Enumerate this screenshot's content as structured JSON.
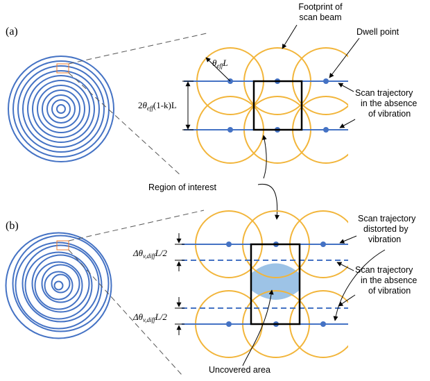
{
  "colors": {
    "trajectory": "#4472C4",
    "beam": "#F2B53A",
    "roi_box": "#000000",
    "uncovered_fill": "#9DC3E6",
    "zoom_box": "#ED7D31",
    "dashed": "#555555"
  },
  "panel_a": {
    "tag": "(a)",
    "annot_footprint": [
      "Footprint of",
      "scan beam"
    ],
    "annot_dwell": "Dwell point",
    "annot_traj": [
      "Scan trajectory",
      "in the absence",
      "of vibration"
    ],
    "radius_label": {
      "sym": "θ",
      "sub": "eff",
      "tail": "L"
    },
    "spacing_label": {
      "pre": "2",
      "sym": "θ",
      "sub": "eff",
      "tail": "(1-k)L"
    }
  },
  "middle": {
    "annot_roi": "Region of interest"
  },
  "panel_b": {
    "tag": "(b)",
    "annot_distorted": [
      "Scan trajectory",
      "distorted by",
      "vibration"
    ],
    "annot_traj": [
      "Scan trajectory",
      "in the absence",
      "of vibration"
    ],
    "annot_uncovered": "Uncovered area",
    "offset_label": {
      "sym": "Δθ",
      "sub": "v,diff",
      "tail": "L/2"
    }
  }
}
